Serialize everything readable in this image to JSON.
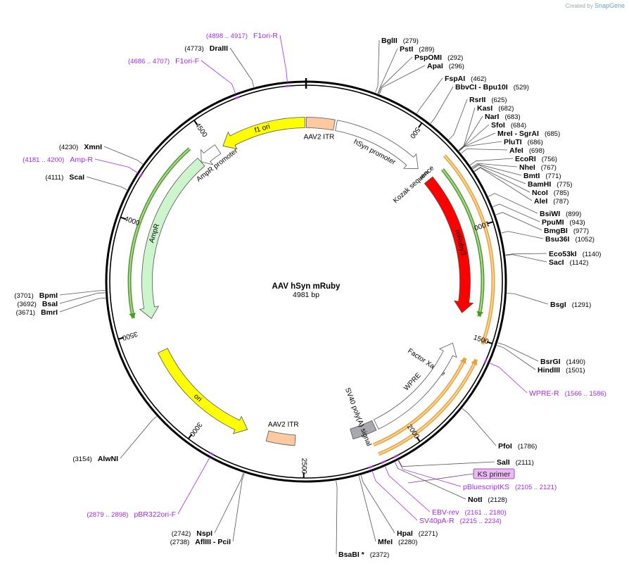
{
  "watermark": {
    "created_by": "Created by",
    "brand": "SnapGene"
  },
  "title": "AAV hSyn mRuby",
  "length": "4981 bp",
  "total_bp": 4981,
  "ticks": [
    "500",
    "1000",
    "1500",
    "2000",
    "2500",
    "3000",
    "3500",
    "4000",
    "4500"
  ],
  "features": [
    {
      "name": "AAV2 ITR",
      "type": "box",
      "start": 1,
      "end": 141,
      "color": "#fdc9a1",
      "label": "AAV2 ITR"
    },
    {
      "name": "hSyn promoter",
      "type": "arrow",
      "dir": 1,
      "start": 152,
      "end": 620,
      "color": "#ffffff",
      "label": "hSyn promoter"
    },
    {
      "name": "Kozak sequence",
      "type": "box",
      "start": 660,
      "end": 668,
      "color": "#c8c8c8",
      "label": "Kozak sequence"
    },
    {
      "name": "mRuby3",
      "type": "arrow",
      "dir": 1,
      "start": 697,
      "end": 1402,
      "color": "#ff0000",
      "label": "mRuby3"
    },
    {
      "name": "Factor Xa site",
      "type": "box",
      "start": 1708,
      "end": 1720,
      "color": "#d4a8a8",
      "label": "Factor Xa site"
    },
    {
      "name": "WPRE",
      "type": "arrow",
      "dir": -1,
      "start": 1560,
      "end": 2128,
      "color": "#ffffff",
      "label": "WPRE"
    },
    {
      "name": "SV40 poly(A) signal",
      "type": "box",
      "start": 2140,
      "end": 2260,
      "color": "#a8a8b0",
      "label": "SV40 poly(A) signal"
    },
    {
      "name": "AAV2 ITR 2",
      "type": "box",
      "start": 2545,
      "end": 2685,
      "color": "#fdc9a1",
      "label": "AAV2 ITR"
    },
    {
      "name": "ori",
      "type": "arrow",
      "dir": -1,
      "start": 2790,
      "end": 3380,
      "color": "#ffff00",
      "label": "ori"
    },
    {
      "name": "AmpR",
      "type": "arrow",
      "dir": -1,
      "start": 3550,
      "end": 4410,
      "color": "#ccf5cc",
      "label": "AmpR"
    },
    {
      "name": "AmpR promoter",
      "type": "arrow",
      "dir": -1,
      "start": 4411,
      "end": 4515,
      "color": "#ffffff",
      "label": "AmpR promoter"
    },
    {
      "name": "f1 ori",
      "type": "arrow",
      "dir": -1,
      "start": 4545,
      "end": 4975,
      "color": "#ffff00",
      "label": "f1 ori"
    }
  ],
  "orfs": [
    {
      "name": "orf-mruby-green",
      "start": 700,
      "end": 1403,
      "dir": 1,
      "color": "#4a9a20",
      "ring": 2
    },
    {
      "name": "orf-outer-orange",
      "start": 660,
      "end": 1515,
      "dir": 1,
      "color": "#e8a030",
      "ring": 3
    },
    {
      "name": "orf-wpre-orange-a",
      "start": 1585,
      "end": 2175,
      "dir": -1,
      "color": "#e8a030",
      "ring": 3
    },
    {
      "name": "orf-wpre-orange-b",
      "start": 1600,
      "end": 2180,
      "dir": -1,
      "color": "#e8a030",
      "ring": 2
    },
    {
      "name": "orf-ampr-green",
      "start": 3570,
      "end": 4410,
      "dir": -1,
      "color": "#4a9a20",
      "ring": 2
    }
  ],
  "enzymes": [
    {
      "name": "BglII",
      "pos": "(279)",
      "bp": 279
    },
    {
      "name": "PstI",
      "pos": "(289)",
      "bp": 289
    },
    {
      "name": "PspOMI",
      "pos": "(292)",
      "bp": 292
    },
    {
      "name": "ApaI",
      "pos": "(296)",
      "bp": 296
    },
    {
      "name": "FspAI",
      "pos": "(462)",
      "bp": 462
    },
    {
      "name": "BbvCI - Bpu10I",
      "pos": "(529)",
      "bp": 529
    },
    {
      "name": "RsrII",
      "pos": "(625)",
      "bp": 625
    },
    {
      "name": "KasI",
      "pos": "(682)",
      "bp": 682
    },
    {
      "name": "NarI",
      "pos": "(683)",
      "bp": 683
    },
    {
      "name": "SfoI",
      "pos": "(684)",
      "bp": 684
    },
    {
      "name": "MreI - SgrAI",
      "pos": "(685)",
      "bp": 685
    },
    {
      "name": "PluTI",
      "pos": "(686)",
      "bp": 686
    },
    {
      "name": "AfeI",
      "pos": "(698)",
      "bp": 698
    },
    {
      "name": "EcoRI",
      "pos": "(756)",
      "bp": 756
    },
    {
      "name": "NheI",
      "pos": "(767)",
      "bp": 767
    },
    {
      "name": "BmtI",
      "pos": "(771)",
      "bp": 771
    },
    {
      "name": "BamHI",
      "pos": "(775)",
      "bp": 775
    },
    {
      "name": "NcoI",
      "pos": "(785)",
      "bp": 785
    },
    {
      "name": "AleI",
      "pos": "(787)",
      "bp": 787
    },
    {
      "name": "BsiWI",
      "pos": "(899)",
      "bp": 899
    },
    {
      "name": "PpuMI",
      "pos": "(943)",
      "bp": 943
    },
    {
      "name": "BmgBI",
      "pos": "(977)",
      "bp": 977
    },
    {
      "name": "Bsu36I",
      "pos": "(1052)",
      "bp": 1052
    },
    {
      "name": "Eco53kI",
      "pos": "(1140)",
      "bp": 1140
    },
    {
      "name": "SacI",
      "pos": "(1142)",
      "bp": 1142
    },
    {
      "name": "BsgI",
      "pos": "(1291)",
      "bp": 1291
    },
    {
      "name": "BsrGI",
      "pos": "(1490)",
      "bp": 1490
    },
    {
      "name": "HindIII",
      "pos": "(1501)",
      "bp": 1501
    },
    {
      "name": "PfoI",
      "pos": "(1786)",
      "bp": 1786
    },
    {
      "name": "SalI",
      "pos": "(2111)",
      "bp": 2111
    },
    {
      "name": "NotI",
      "pos": "(2128)",
      "bp": 2128
    },
    {
      "name": "HpaI",
      "pos": "(2271)",
      "bp": 2271
    },
    {
      "name": "MfeI",
      "pos": "(2280)",
      "bp": 2280
    },
    {
      "name": "BsaBI *",
      "pos": "(2372)",
      "bp": 2372
    },
    {
      "name": "NspI",
      "pos": "(2742)",
      "bp": 2742
    },
    {
      "name": "AflIII - PciI",
      "pos": "(2738)",
      "bp": 2738
    },
    {
      "name": "AlwNI",
      "pos": "(3154)",
      "bp": 3154
    },
    {
      "name": "BmrI",
      "pos": "(3671)",
      "bp": 3671
    },
    {
      "name": "BsaI",
      "pos": "(3692)",
      "bp": 3692
    },
    {
      "name": "BpmI",
      "pos": "(3701)",
      "bp": 3701
    },
    {
      "name": "ScaI",
      "pos": "(4111)",
      "bp": 4111
    },
    {
      "name": "XmnI",
      "pos": "(4230)",
      "bp": 4230
    },
    {
      "name": "DraIII",
      "pos": "(4773)",
      "bp": 4773
    }
  ],
  "primers": [
    {
      "name": "WPRE-R",
      "pos": "(1566 .. 1586)",
      "bp": 1576
    },
    {
      "name": "pBluescriptKS",
      "pos": "(2105 .. 2121)",
      "bp": 2113
    },
    {
      "name": "EBV-rev",
      "pos": "(2161 .. 2180)",
      "bp": 2170
    },
    {
      "name": "SV40pA-R",
      "pos": "(2215 .. 2234)",
      "bp": 2224
    },
    {
      "name": "pBR322ori-F",
      "pos": "(2879 .. 2898)",
      "bp": 2888
    },
    {
      "name": "Amp-R",
      "pos": "(4181 .. 4200)",
      "bp": 4190
    },
    {
      "name": "F1ori-F",
      "pos": "(4686 .. 4707)",
      "bp": 4696
    },
    {
      "name": "F1ori-R",
      "pos": "(4898 .. 4917)",
      "bp": 4907
    }
  ],
  "ks_primer": {
    "label": "KS primer",
    "color": "#ecb8f5"
  },
  "colors": {
    "primer": "#a22be0",
    "backbone": "#000000"
  }
}
